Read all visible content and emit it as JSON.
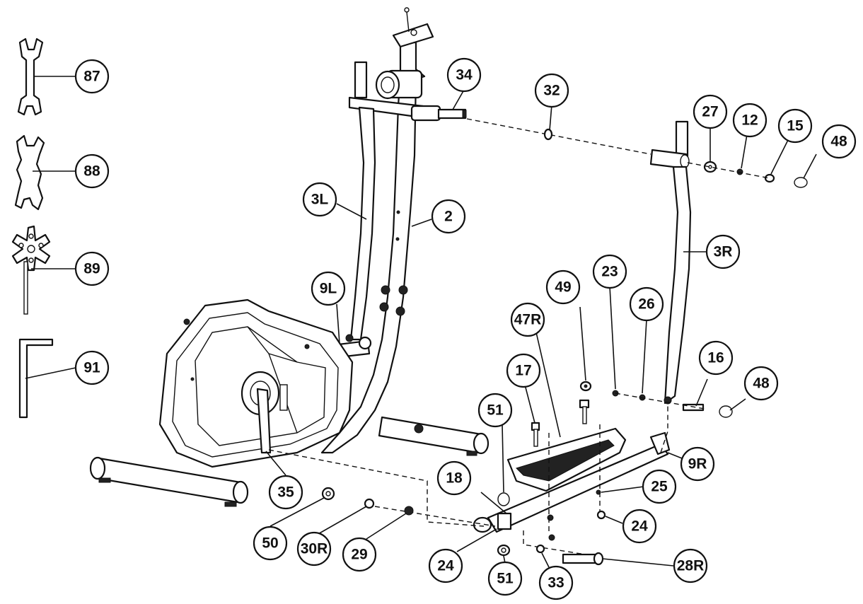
{
  "diagram": {
    "callouts": [
      {
        "id": "87",
        "label": "87"
      },
      {
        "id": "88",
        "label": "88"
      },
      {
        "id": "89",
        "label": "89"
      },
      {
        "id": "91",
        "label": "91"
      },
      {
        "id": "34",
        "label": "34"
      },
      {
        "id": "32",
        "label": "32"
      },
      {
        "id": "27",
        "label": "27"
      },
      {
        "id": "12",
        "label": "12"
      },
      {
        "id": "15",
        "label": "15"
      },
      {
        "id": "48a",
        "label": "48"
      },
      {
        "id": "3L",
        "label": "3L"
      },
      {
        "id": "2",
        "label": "2"
      },
      {
        "id": "3R",
        "label": "3R"
      },
      {
        "id": "9L",
        "label": "9L"
      },
      {
        "id": "23",
        "label": "23"
      },
      {
        "id": "49",
        "label": "49"
      },
      {
        "id": "26",
        "label": "26"
      },
      {
        "id": "47R",
        "label": "47R"
      },
      {
        "id": "16",
        "label": "16"
      },
      {
        "id": "17",
        "label": "17"
      },
      {
        "id": "48b",
        "label": "48"
      },
      {
        "id": "51a",
        "label": "51"
      },
      {
        "id": "9R",
        "label": "9R"
      },
      {
        "id": "18",
        "label": "18"
      },
      {
        "id": "25",
        "label": "25"
      },
      {
        "id": "35",
        "label": "35"
      },
      {
        "id": "24a",
        "label": "24"
      },
      {
        "id": "50",
        "label": "50"
      },
      {
        "id": "30R",
        "label": "30R"
      },
      {
        "id": "29",
        "label": "29"
      },
      {
        "id": "24b",
        "label": "24"
      },
      {
        "id": "51b",
        "label": "51"
      },
      {
        "id": "33",
        "label": "33"
      },
      {
        "id": "28R",
        "label": "28R"
      }
    ]
  }
}
